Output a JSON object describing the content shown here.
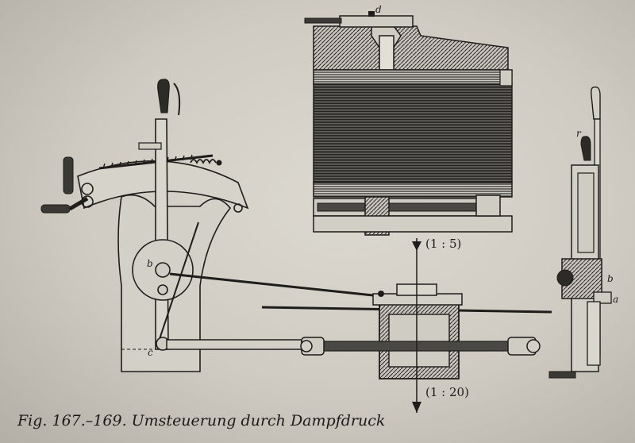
{
  "caption": "Fig. 167.–169. Umsteuerung durch Dampfdruck",
  "scales": {
    "upper": "(1 : 5)",
    "lower": "(1 : 20)"
  },
  "labels": {
    "a": "a",
    "b": "b",
    "c": "c",
    "r": "r"
  },
  "colors": {
    "paper": "#d6d3cb",
    "ink": "#1e1d1b",
    "hatch": "#3a3936"
  }
}
